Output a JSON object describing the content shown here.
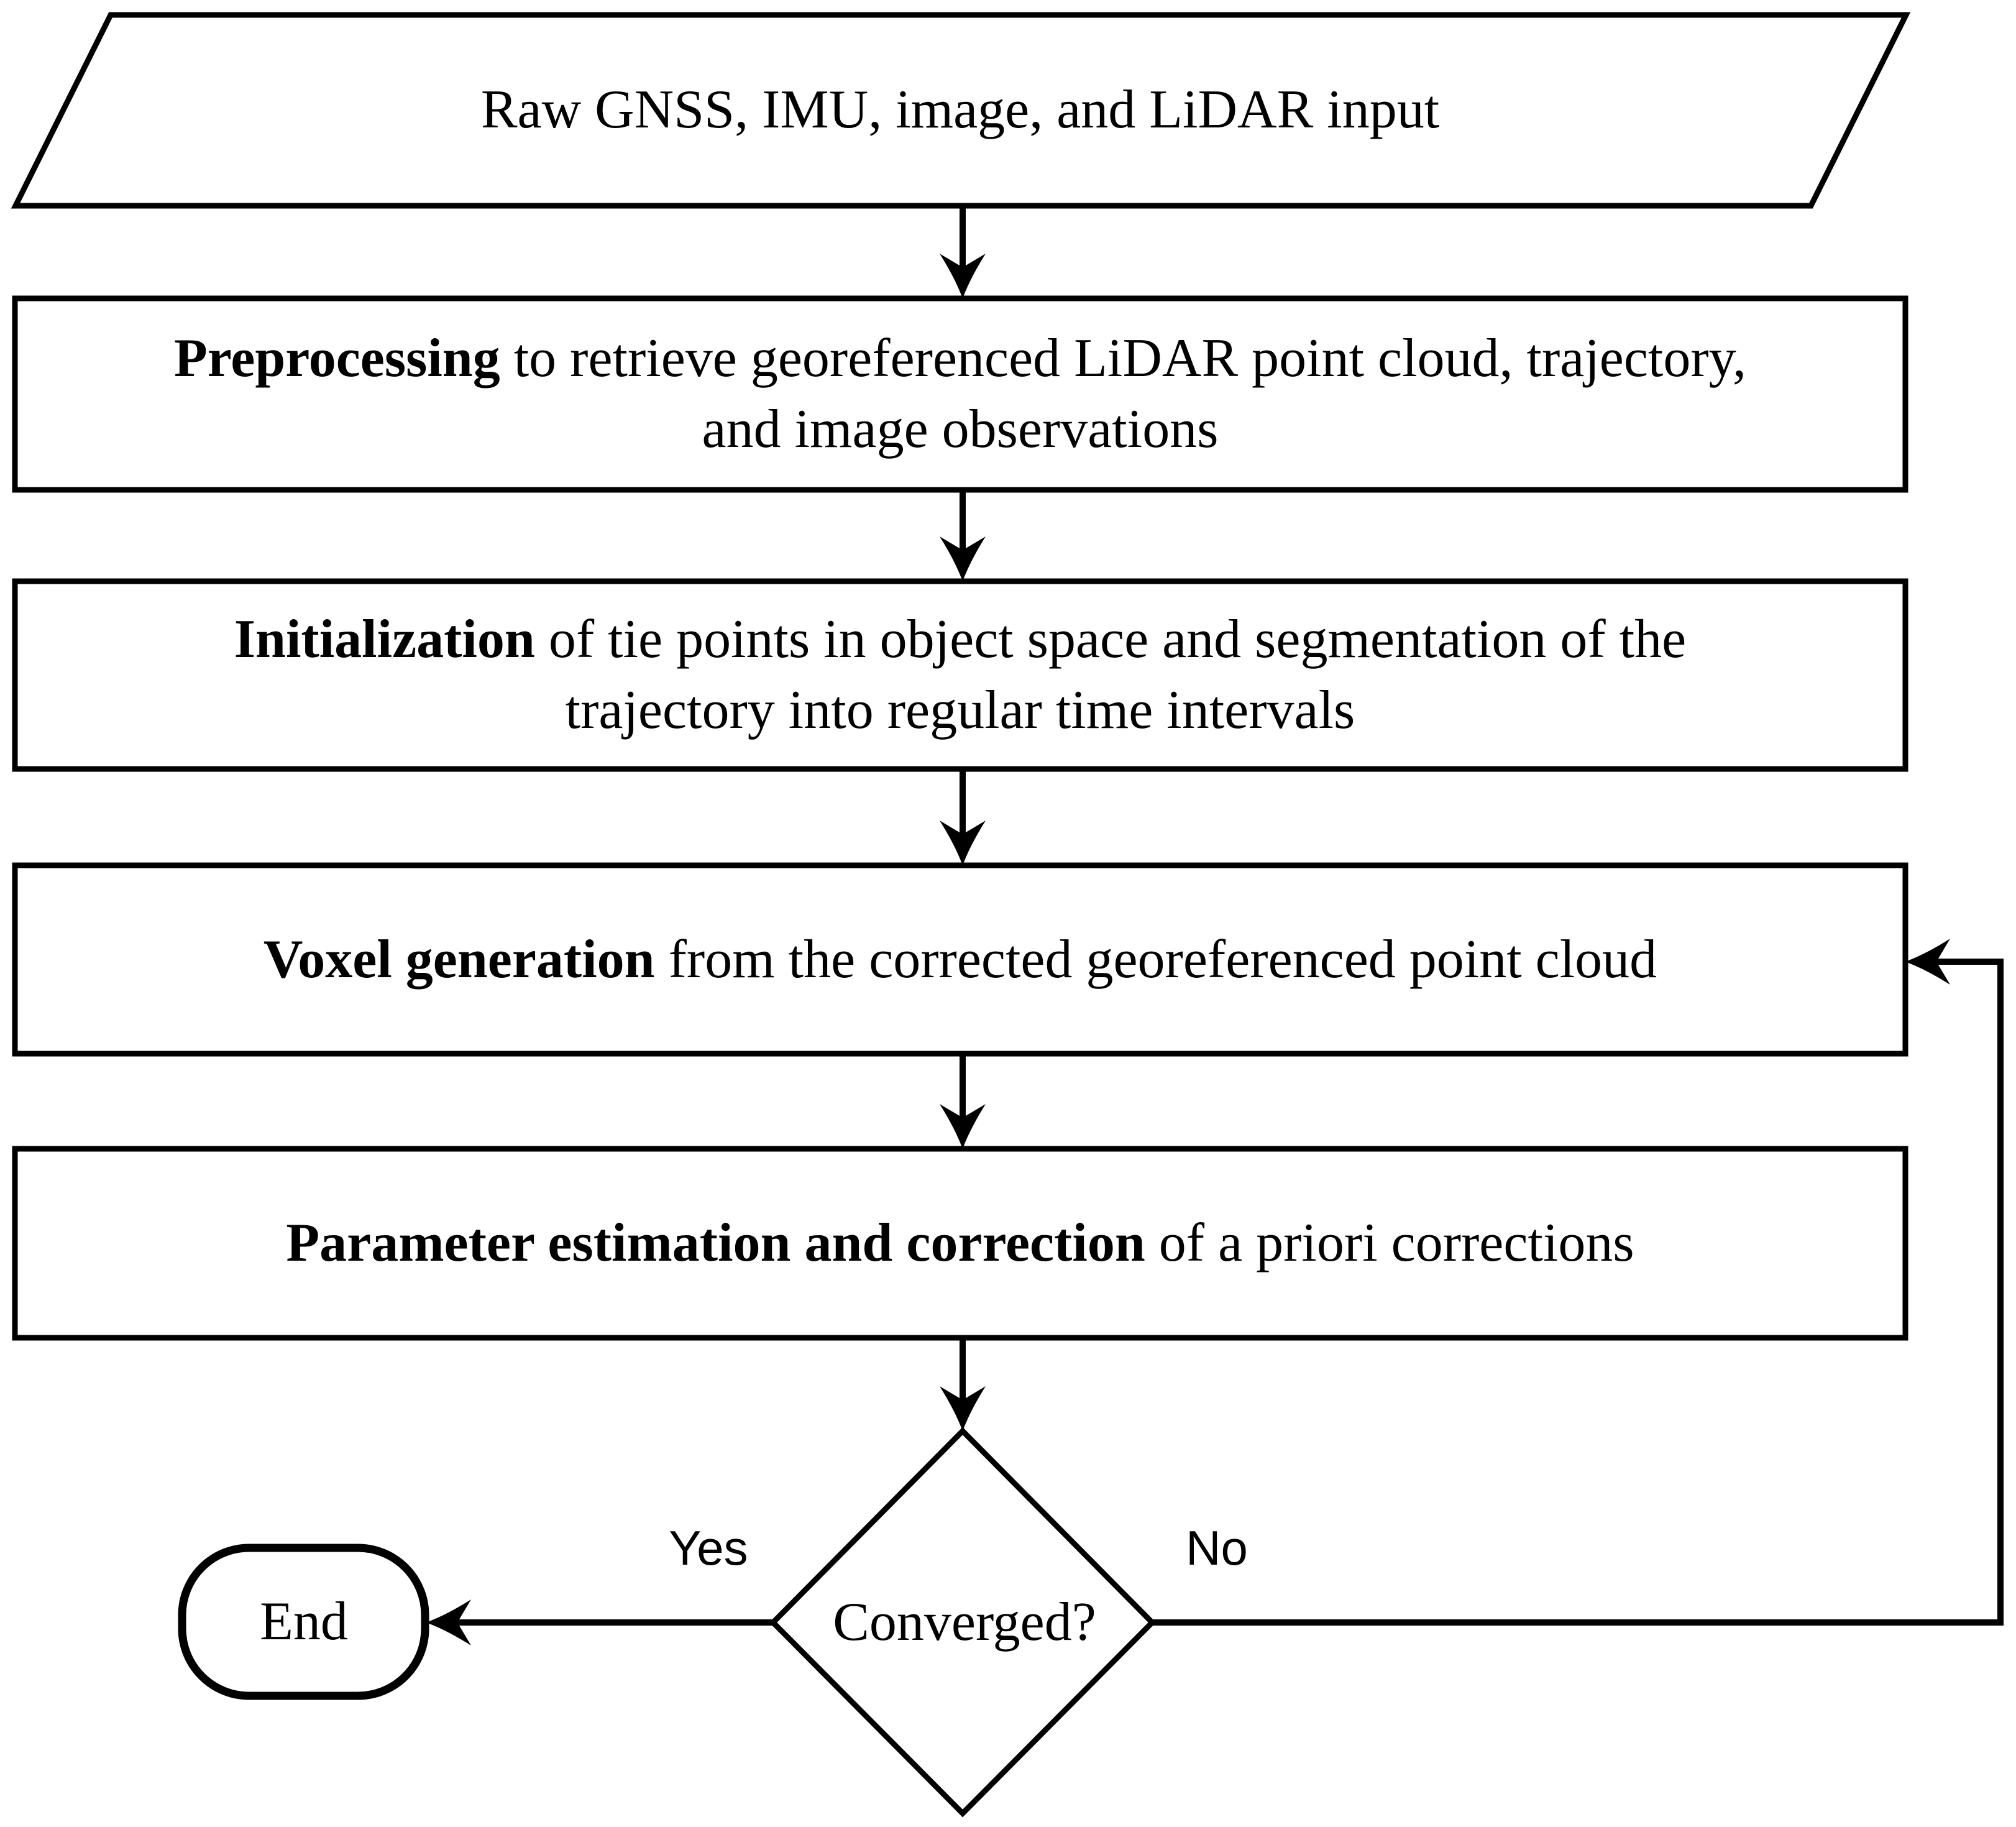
{
  "colors": {
    "background": "#ffffff",
    "stroke": "#000000",
    "text": "#000000"
  },
  "nodes": {
    "input": {
      "shape": "parallelogram",
      "text": "Raw GNSS, IMU, image, and LiDAR input"
    },
    "preprocessing": {
      "shape": "process",
      "bold": "Preprocessing",
      "rest_line1": " to retrieve georeferenced LiDAR point cloud, trajectory,",
      "line2": "and image observations"
    },
    "initialization": {
      "shape": "process",
      "bold": "Initialization",
      "rest_line1": " of tie points in object space and segmentation of the",
      "line2": "trajectory into regular time intervals"
    },
    "voxel_generation": {
      "shape": "process",
      "bold": "Voxel generation",
      "rest": " from the corrected georeferenced point cloud"
    },
    "parameter_estimation": {
      "shape": "process",
      "bold": "Parameter estimation and correction",
      "rest": " of a priori corrections"
    },
    "converged": {
      "shape": "decision",
      "text": "Converged?"
    },
    "end": {
      "shape": "terminator",
      "text": "End"
    }
  },
  "edge_labels": {
    "yes": "Yes",
    "no": "No"
  }
}
